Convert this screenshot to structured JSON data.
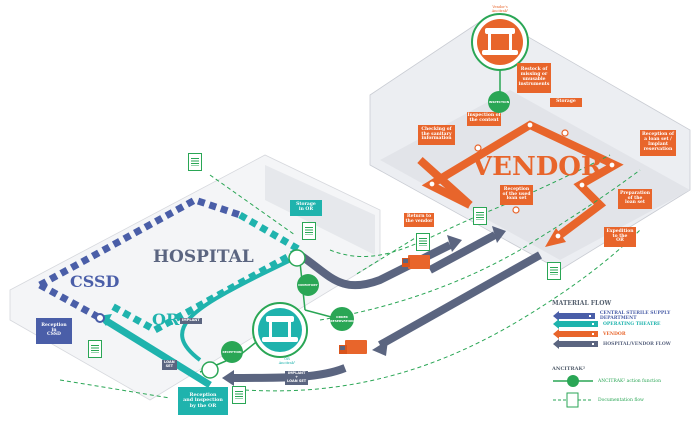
{
  "zones": {
    "vendor": "VENDOR",
    "hospital": "HOSPITAL",
    "cssd": "CSSD",
    "or": "OR"
  },
  "vendor_steps": {
    "restock": "Restock of\nmissing or\nunusable\ninstruments",
    "storage": "Storage",
    "inspection": "Inspection of\nthe content",
    "checking": "Checking of\nthe sanitary\ninformation",
    "reception_loan": "Reception of\na loan set /\nImplant\nreservation",
    "reception_used": "Reception\nof the used\nloan set",
    "preparation": "Preparation\nof the\nloan set",
    "expedition": "Expedition\nto the\nOR",
    "return": "Return to\nthe vendor"
  },
  "hospital_steps": {
    "storage_or": "Storage\nin OR",
    "reception_cssd": "Reception\nin\nCSSD",
    "reception_or": "Reception\nand inspection\nby the OR"
  },
  "pills": {
    "implant": "IMPLANT",
    "loan_set": "LOAN\nSET",
    "implant_loan_set": "IMPLANT\n+\nLOAN SET"
  },
  "action_dots": {
    "inspection": "INSPECTION",
    "reception": "RECEPTION",
    "inventory": "INVENTORY",
    "order_reservation": "ORDER\nRESERVATION"
  },
  "captions": {
    "vendor_ancitrak": "Vendor's\nAncitrak²",
    "or_ancitrak": "OR\nAncitrak²"
  },
  "legend": {
    "material_flow_title": "MATERIAL FLOW",
    "items": [
      {
        "label": "CENTRAL STERILE SUPPLY DEPARTMENT",
        "color": "#4a5ea8"
      },
      {
        "label": "OPERATING THEATRE",
        "color": "#1fb3ad"
      },
      {
        "label": "VENDOR",
        "color": "#e8652b"
      },
      {
        "label": "HOSPITAL/VENDOR FLOW",
        "color": "#5b6580"
      }
    ],
    "ancitrak_title": "ANCITRAK²",
    "action_function": "ANCITRAK² action function",
    "documentation_flow": "Documentation flow"
  },
  "colors": {
    "vendor": "#e8652b",
    "or": "#1fb3ad",
    "cssd": "#4a5ea8",
    "hospital_vendor": "#5b6580",
    "ancitrak_green": "#2aa655"
  }
}
